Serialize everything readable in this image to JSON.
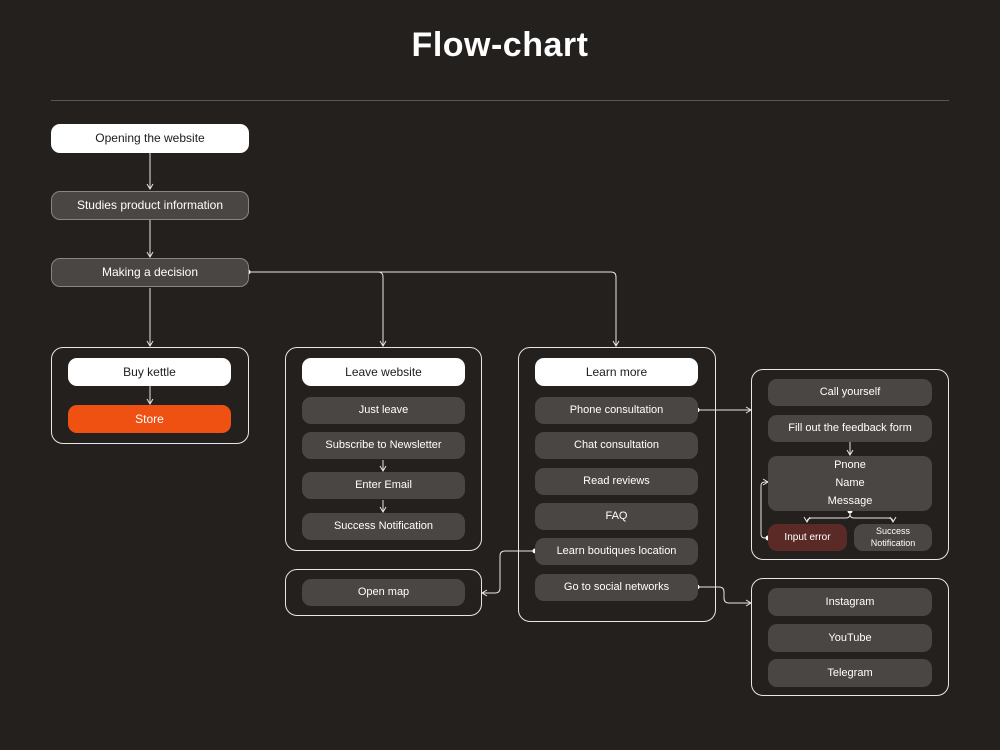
{
  "title": "Flow-chart",
  "nodes": {
    "opening": "Opening the website",
    "studies": "Studies product information",
    "decision": "Making a decision",
    "buy_kettle": "Buy kettle",
    "store": "Store",
    "leave_website": "Leave website",
    "just_leave": "Just leave",
    "subscribe": "Subscribe to Newsletter",
    "enter_email": "Enter Email",
    "success_notification": "Success Notification",
    "open_map": "Open map",
    "learn_more": "Learn more",
    "phone_consultation": "Phone consultation",
    "chat_consultation": "Chat consultation",
    "read_reviews": "Read reviews",
    "faq": "FAQ",
    "boutiques": "Learn boutiques location",
    "social": "Go to social networks",
    "call_yourself": "Call yourself",
    "feedback_form": "Fill out the feedback form",
    "form_fields": [
      "Pnone",
      "Name",
      "Message"
    ],
    "input_error": "Input error",
    "success_line1": "Success",
    "success_line2": "Notification",
    "instagram": "Instagram",
    "youtube": "YouTube",
    "telegram": "Telegram"
  },
  "colors": {
    "background": "#24201e",
    "node_dark": "#4a4644",
    "node_white": "#ffffff",
    "accent_orange": "#ee5112",
    "error": "#5c2a26",
    "line": "#e8e6e4"
  }
}
